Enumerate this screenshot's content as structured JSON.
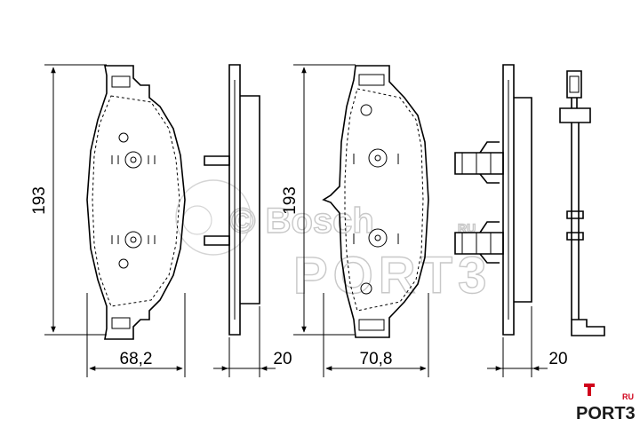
{
  "dimensions": {
    "left_height": "193",
    "left_width": "68,2",
    "left_thickness": "20",
    "right_height": "193",
    "right_width": "70,8",
    "right_thickness": "20"
  },
  "watermark": {
    "brand": "© Bosch",
    "suffix": "RU",
    "site": "PORT3"
  },
  "logo": {
    "text": "PORT3",
    "superscript": "RU",
    "accent_color": "#d0021b"
  },
  "colors": {
    "line": "#000000",
    "watermark": "#c8c8c8",
    "background": "#ffffff"
  }
}
